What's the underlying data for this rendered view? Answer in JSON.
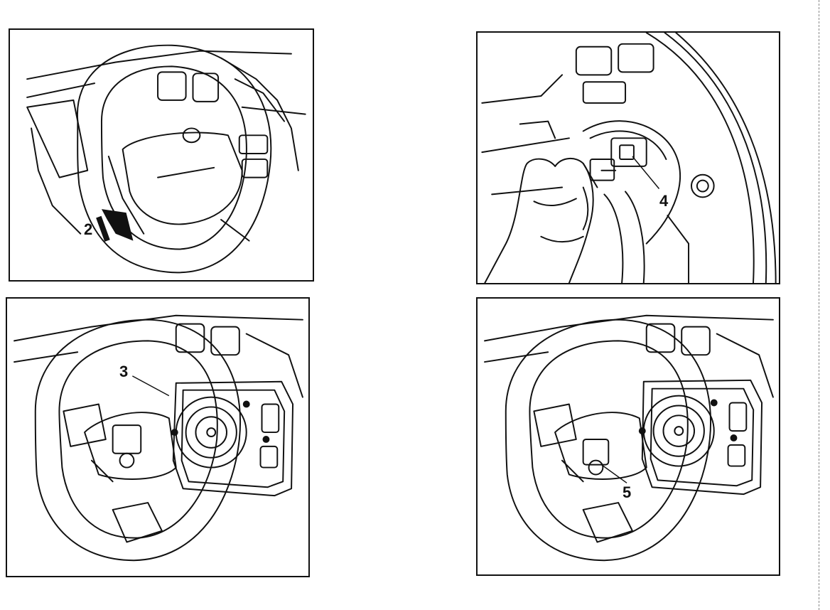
{
  "callouts": {
    "step2": "2",
    "step3": "3",
    "step4": "4",
    "step5": "5"
  },
  "colors": {
    "ink": "#111111",
    "paper": "#ffffff"
  }
}
